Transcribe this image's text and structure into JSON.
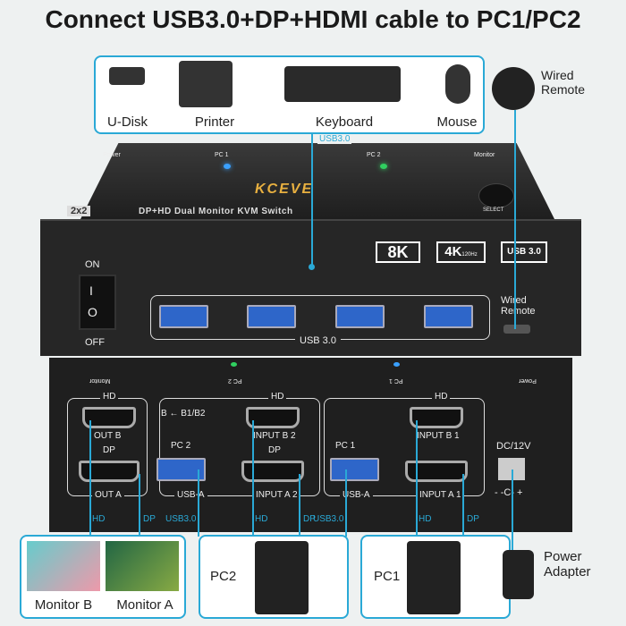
{
  "title": "Connect USB3.0+DP+HDMI cable to PC1/PC2",
  "peripherals": [
    {
      "label": "U-Disk",
      "icon": "usb-drive-icon"
    },
    {
      "label": "Printer",
      "icon": "printer-icon"
    },
    {
      "label": "Keyboard",
      "icon": "keyboard-icon"
    },
    {
      "label": "Mouse",
      "icon": "mouse-icon"
    }
  ],
  "wired_remote": "Wired Remote",
  "cable_usb": "USB3.0",
  "front": {
    "top_labels": [
      "Power",
      "PC 1",
      "PC 2",
      "Monitor"
    ],
    "brand": "KCEVE",
    "select": "SELECT",
    "model_badge": "2x2",
    "model": "DP+HD Dual Monitor KVM Switch",
    "badges": [
      "8K",
      "4K",
      "120Hz",
      "USB 3.0"
    ],
    "on": "ON",
    "off": "OFF",
    "switch_i": "I",
    "switch_o": "O",
    "usb_group": "USB 3.0",
    "remote_port": "Wired Remote"
  },
  "rear": {
    "top_labels": [
      "Monitor",
      "PC 2",
      "PC 1",
      "Power"
    ],
    "hd": "HD",
    "dp": "DP",
    "out_b": "OUT B",
    "out_a": "OUT A",
    "b_note": "B ← B1/B2",
    "pc2": "PC 2",
    "pc1": "PC 1",
    "usb_a": "USB-A",
    "input_b2": "INPUT B 2",
    "input_a2": "INPUT A 2",
    "input_b1": "INPUT B 1",
    "input_a1": "INPUT A 1",
    "dc": "DC/12V",
    "polarity": "- -C- +"
  },
  "cables": [
    "HD",
    "DP",
    "USB3.0",
    "HD",
    "DP",
    "USB3.0",
    "HD",
    "DP"
  ],
  "bottom": {
    "monitor_b": "Monitor B",
    "monitor_a": "Monitor A",
    "pc2": "PC2",
    "pc1": "PC1",
    "power": "Power Adapter"
  },
  "colors": {
    "accent": "#2aa9d6",
    "led_pc1": "#3aa0ff",
    "led_pc2": "#30d060"
  }
}
